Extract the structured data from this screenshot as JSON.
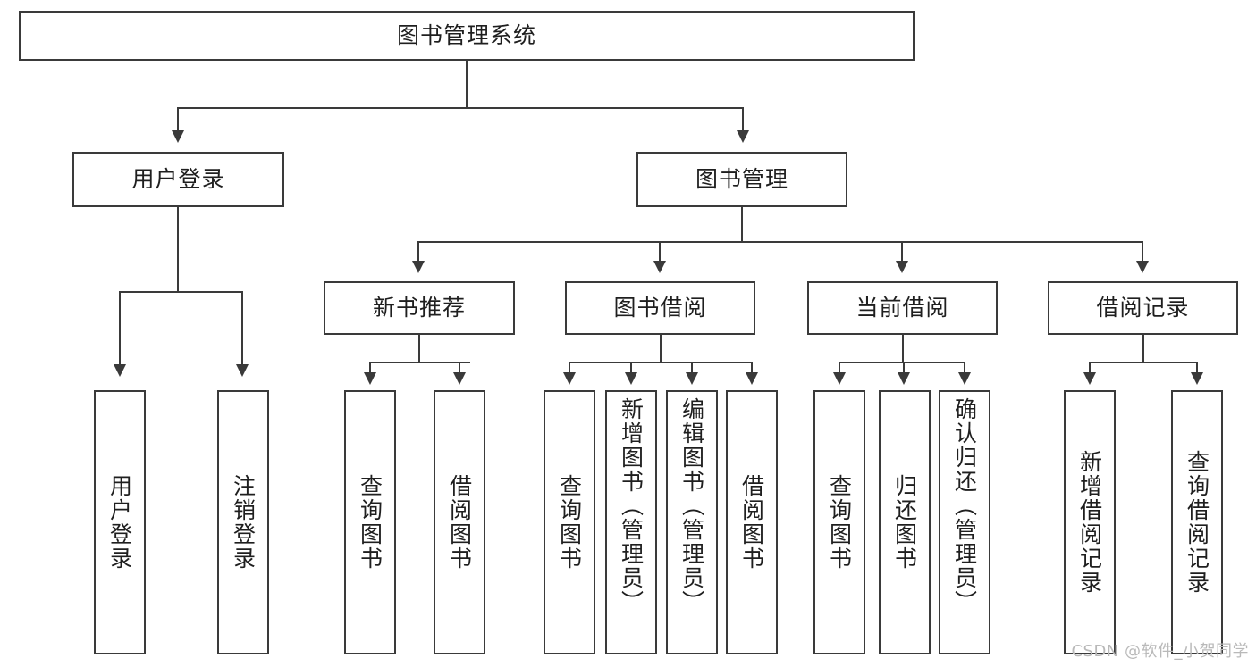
{
  "diagram": {
    "title": "图书管理系统",
    "watermark": "CSDN @软件_小贺同学",
    "colors": {
      "stroke": "#3a3a3a",
      "fill": "#ffffff",
      "text": "#1f1f1f",
      "watermark": "#b9b9b9"
    },
    "root": {
      "label": "图书管理系统"
    },
    "level2": [
      {
        "label": "用户登录"
      },
      {
        "label": "图书管理"
      }
    ],
    "level3": [
      {
        "label": "新书推荐"
      },
      {
        "label": "图书借阅"
      },
      {
        "label": "当前借阅"
      },
      {
        "label": "借阅记录"
      }
    ],
    "leaves": {
      "user_login": [
        {
          "label": "用户登录"
        },
        {
          "label": "注销登录"
        }
      ],
      "new_book": [
        {
          "label": "查询图书"
        },
        {
          "label": "借阅图书"
        }
      ],
      "borrow": [
        {
          "label": "查询图书"
        },
        {
          "label": "新增图书（管理员）"
        },
        {
          "label": "编辑图书（管理员）"
        },
        {
          "label": "借阅图书"
        }
      ],
      "current": [
        {
          "label": "查询图书"
        },
        {
          "label": "归还图书"
        },
        {
          "label": "确认归还（管理员）"
        }
      ],
      "records": [
        {
          "label": "新增借阅记录"
        },
        {
          "label": "查询借阅记录"
        }
      ]
    }
  }
}
